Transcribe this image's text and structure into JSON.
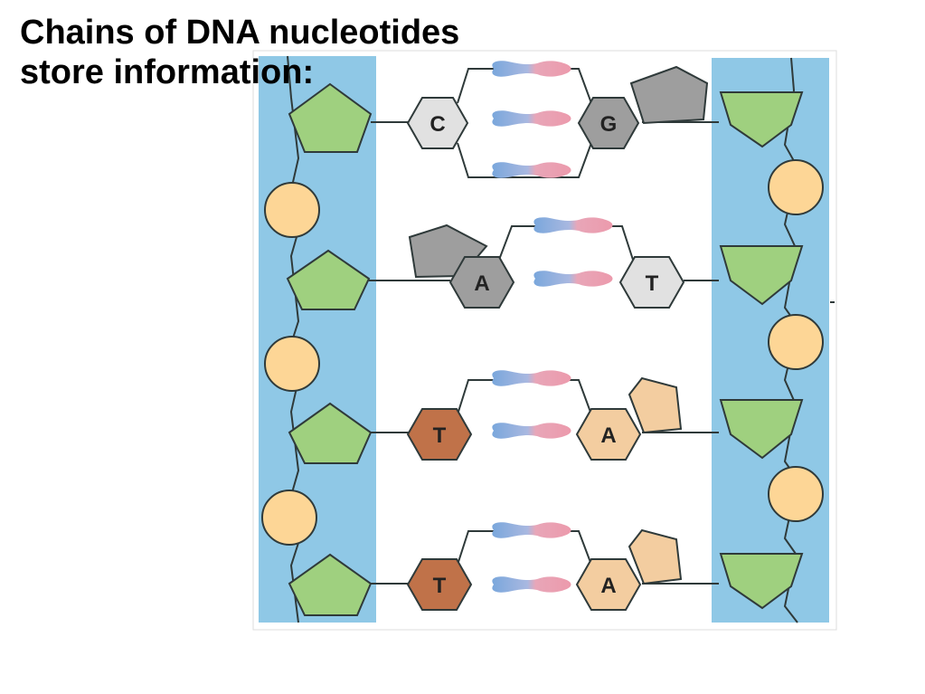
{
  "slide": {
    "title_line1": "Chains of DNA nucleotides",
    "title_line2": "store information:"
  },
  "base_pairs": [
    {
      "left": "C",
      "right": "G",
      "bonds": 3,
      "purine_side": "right"
    },
    {
      "left": "A",
      "right": "T",
      "bonds": 2,
      "purine_side": "left"
    },
    {
      "left": "T",
      "right": "A",
      "bonds": 2,
      "purine_side": "right"
    },
    {
      "left": "T",
      "right": "A",
      "bonds": 2,
      "purine_side": "right"
    }
  ],
  "colors": {
    "backbone": "#8fc8e6",
    "sugar": "#9fd07f",
    "phosphate": "#fdd696",
    "C": "#e1e1e1",
    "G": "#9e9e9e",
    "A_dark": "#9e9e9e",
    "A_light": "#f3cda0",
    "T_light": "#e1e1e1",
    "T_dark": "#c07249",
    "bond_blue": "#7aa7dc",
    "bond_pink": "#ec9aac"
  }
}
